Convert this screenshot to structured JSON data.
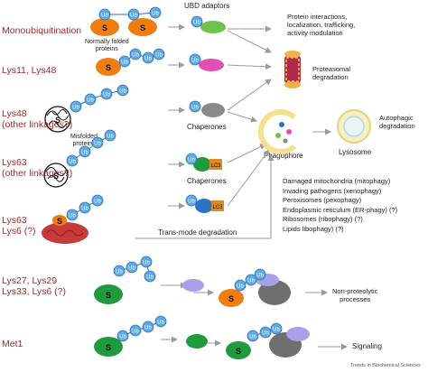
{
  "rows": [
    {
      "label_lines": [
        "Monoubiquitination"
      ]
    },
    {
      "label_lines": [
        "Lys11, Lys48"
      ]
    },
    {
      "label_lines": [
        "Lys48",
        "(other linkages?)"
      ]
    },
    {
      "label_lines": [
        "Lys63",
        "(other linkages?)"
      ]
    },
    {
      "label_lines": [
        "Lys63",
        "Lys6 (?)"
      ]
    },
    {
      "label_lines": [
        "Lys27, Lys29",
        "Lys33, Lys6 (?)"
      ]
    },
    {
      "label_lines": [
        "Met1"
      ]
    }
  ],
  "glyphs": {
    "ub": "Ub",
    "substrate": "S",
    "lc3": "LC3"
  },
  "labels": {
    "ubd_adaptors": "UBD adaptors",
    "normally_folded": [
      "Normally folded",
      "proteins"
    ],
    "misfolded": [
      "Misfolded",
      "proteins"
    ],
    "chaperones_1": "Chaperones",
    "chaperones_2": "Chaperones",
    "trans_mode": "Trans-mode degradation",
    "outcome_1": [
      "Protein interactions,",
      "localization, trafficking,",
      "activity modulation"
    ],
    "proteasomal": [
      "Proteasomal",
      "degradation"
    ],
    "phagophore": "Phagophore",
    "lysosome": "Lysosome",
    "autophagic": [
      "Autophagic",
      "degradation"
    ],
    "selective_autophagy": [
      "Damaged mitochondria (mitophagy)",
      "Invading pathogens (xenophagy)",
      "Peroxisomes (pexophagy)",
      "Endoplasmic reticulum (ER-phagy) (?)",
      "Ribosomes (ribophagy) (?)",
      "Lipids libophagy) (?)"
    ],
    "non_proteolytic": [
      "Non-proteolytic",
      "processes"
    ],
    "signaling": "Signaling",
    "footer": "Trends in Biochemical Sciences"
  },
  "colors": {
    "label": "#9e2a2b",
    "ub_fill": "#5fa8e0",
    "ub_stroke": "#2e6fb0",
    "substrate_orange": "#f07d12",
    "substrate_green": "#1f9a3c",
    "ubd_green": "#6cc24a",
    "proteasome_pink": "#e14fb5",
    "chaperone_gray": "#8a8a8a",
    "lc3_orange": "#e08a24",
    "blue_protein": "#2a74c4",
    "lavender": "#a8a0e8",
    "mito_red": "#c83a3a",
    "arrow_gray": "#9a9a9a"
  }
}
